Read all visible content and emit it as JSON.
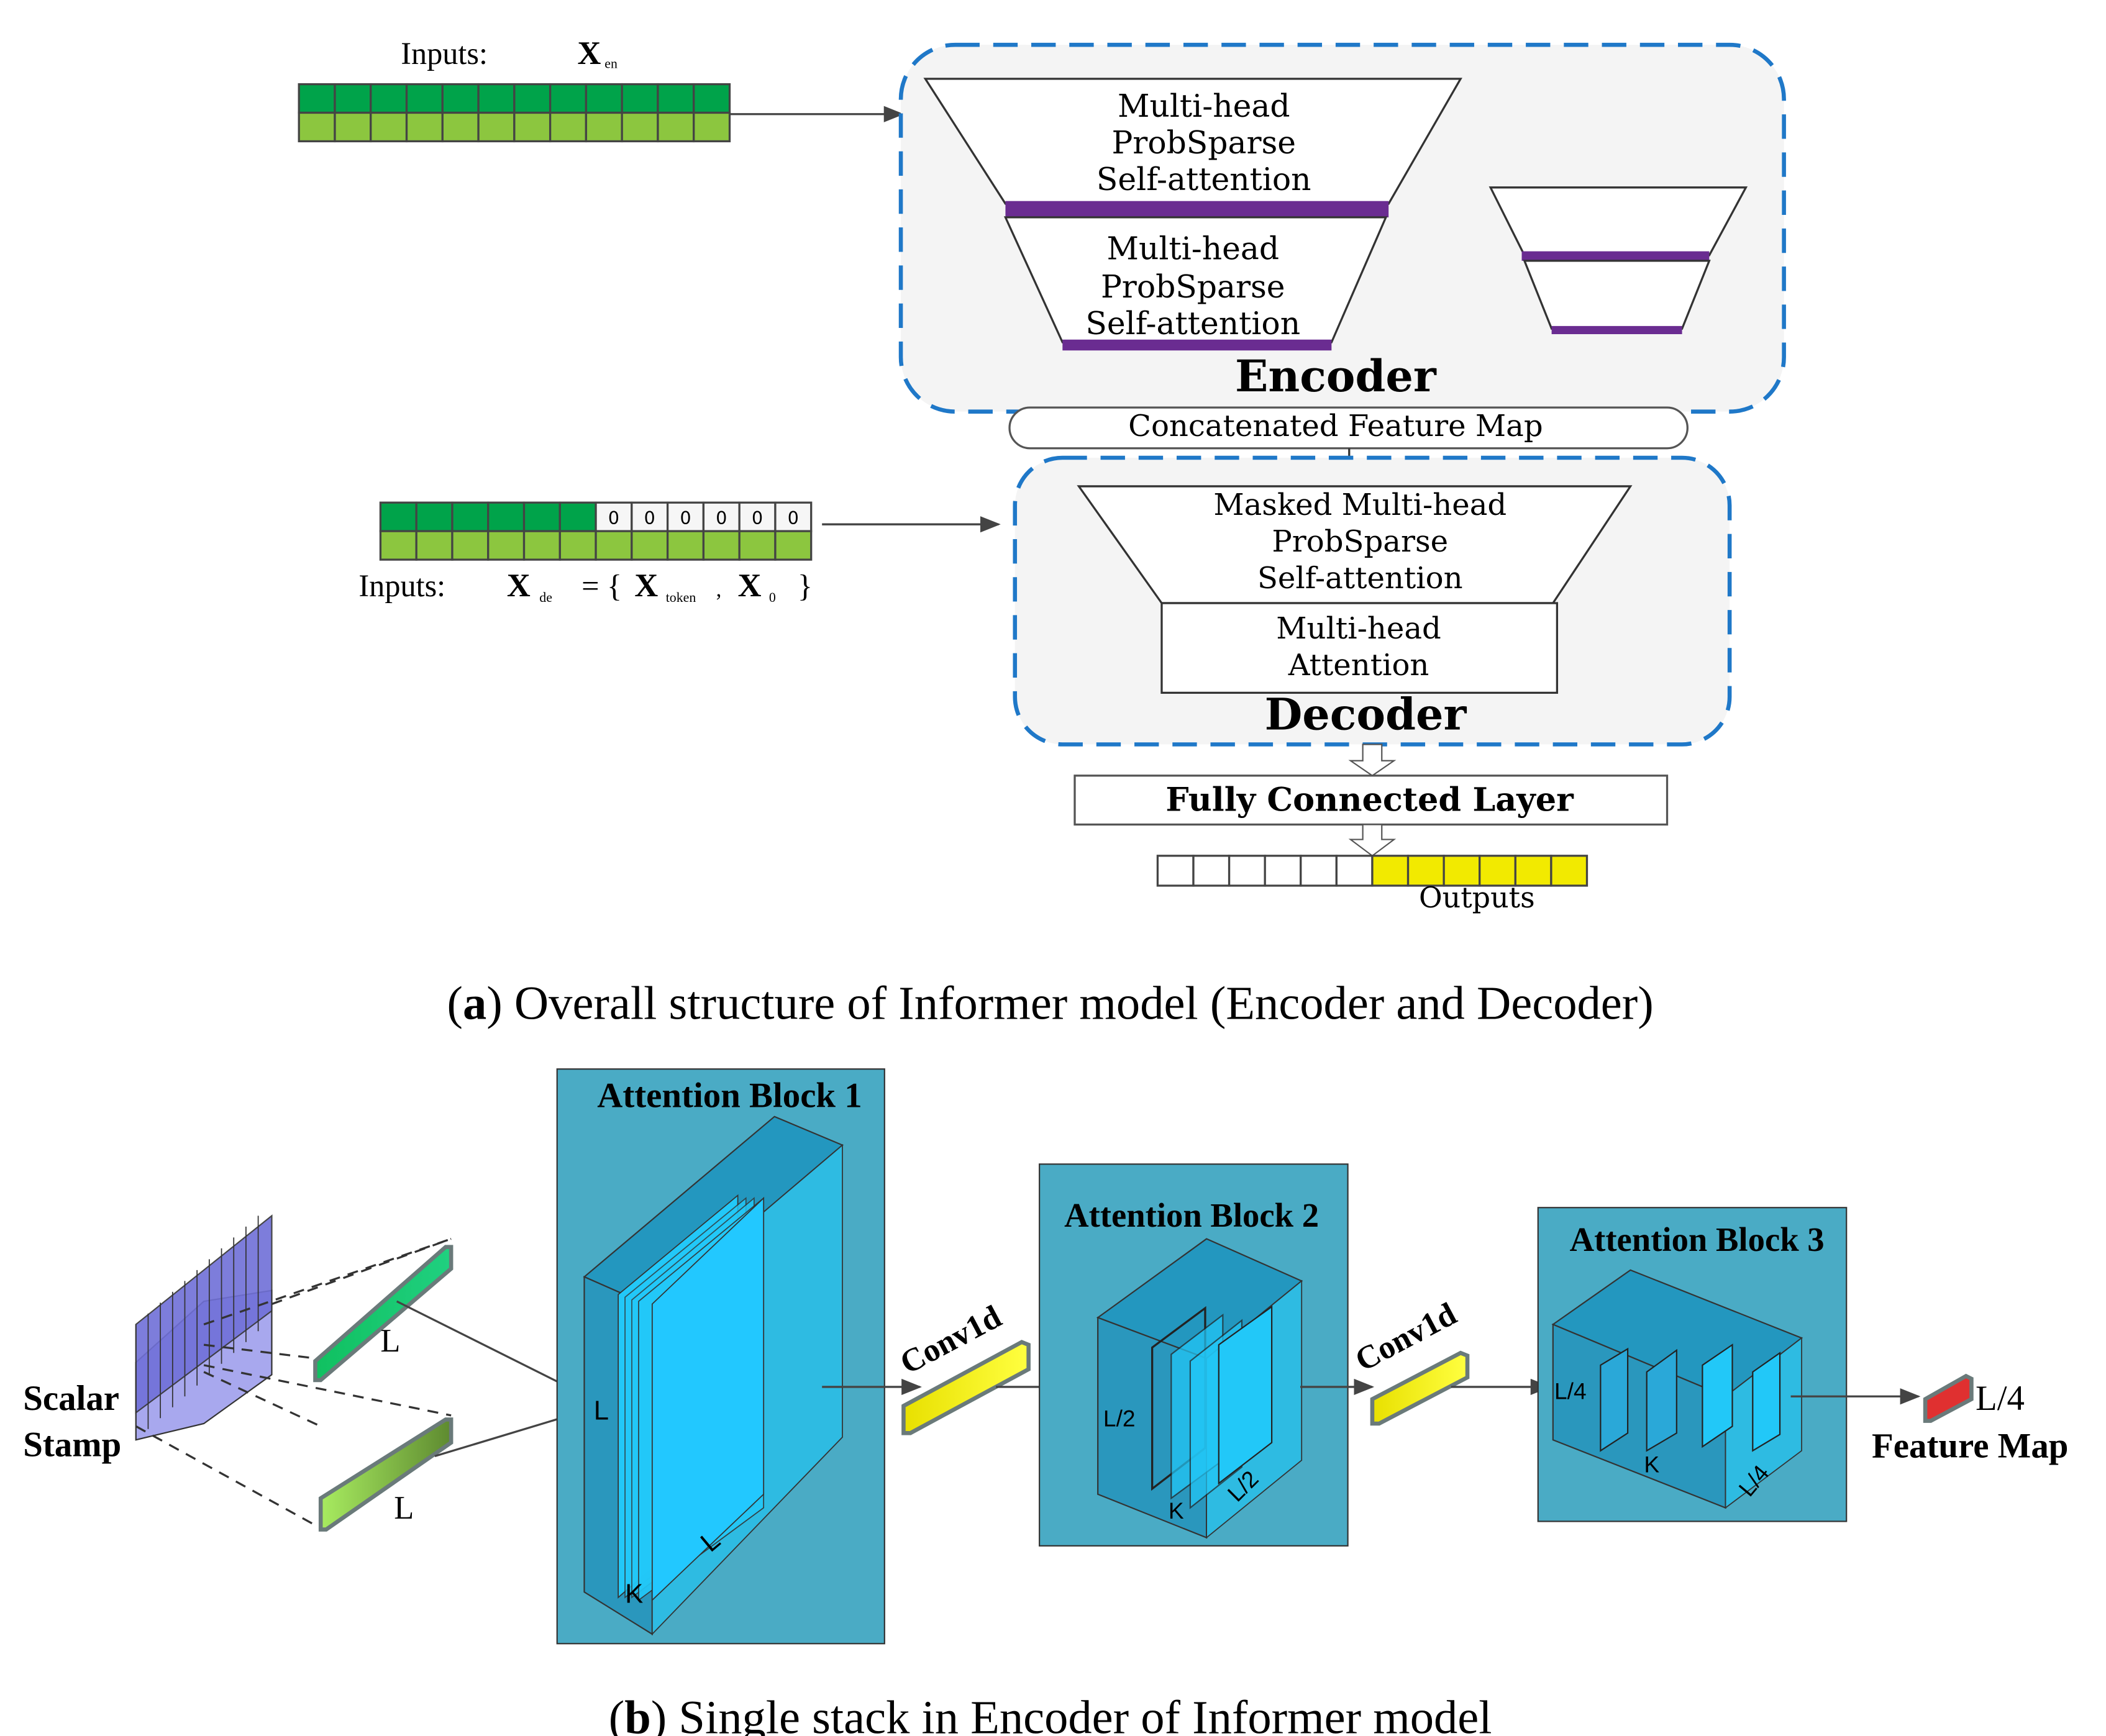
{
  "panel_a": {
    "encoder_input_label": "Inputs:",
    "encoder_input_symbol": "X",
    "encoder_input_sub": "en",
    "attention_lines": [
      "Multi-head",
      "ProbSparse",
      "Self-attention"
    ],
    "encoder_title": "Encoder",
    "concat_label": "Concatenated Feature Map",
    "decoder_attention_lines": [
      "Masked Multi-head",
      "ProbSparse",
      "Self-attention"
    ],
    "cross_attention_lines": [
      "Multi-head",
      "Attention"
    ],
    "decoder_title": "Decoder",
    "decoder_input_label": "Inputs:",
    "decoder_input_formula": {
      "x": "X",
      "sub_de": "de",
      "eq": "= {",
      "x2": "X",
      "sub_token": "token",
      "comma": ",",
      "x3": "X",
      "sub_0": "0",
      "close": "}"
    },
    "zero_token": "0",
    "fc_label": "Fully Connected Layer",
    "outputs_label": "Outputs",
    "caption_letter": "a",
    "caption_text": " Overall structure of Informer model (Encoder and Decoder)"
  },
  "panel_b": {
    "scalar_label": "Scalar",
    "stamp_label": "Stamp",
    "L": "L",
    "K": "K",
    "block1_title": "Attention Block 1",
    "block2_title": "Attention Block 2",
    "block3_title": "Attention Block 3",
    "conv_label": "Conv1d",
    "L2": "L/2",
    "L4": "L/4",
    "feature_map_label": "Feature Map",
    "caption_letter": "b",
    "caption_text": " Single stack in Encoder of Informer model"
  },
  "colors": {
    "dark_green": "#00a34a",
    "light_green": "#8cc63f",
    "purple_bar": "#6a2c91",
    "dashed_blue": "#1f78c8",
    "block_bg": "#4aabc5",
    "yellow": "#f2ea00",
    "red": "#e03030"
  }
}
